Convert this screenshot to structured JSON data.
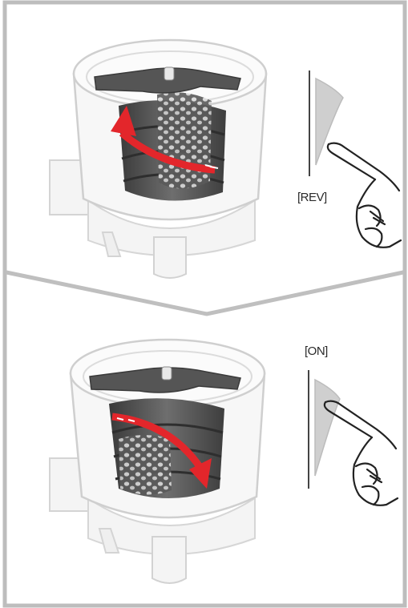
{
  "steps": [
    {
      "button_label": "[REV]",
      "rotation": "reverse",
      "arrow_direction": "counter-clockwise"
    },
    {
      "button_label": "[ON]",
      "rotation": "forward",
      "arrow_direction": "clockwise"
    }
  ],
  "colors": {
    "border": "#bdbdbd",
    "appliance_outline": "#cfcfcf",
    "appliance_fill": "#f6f6f6",
    "auger_dark": "#4a4a4a",
    "auger_mid": "#6b6b6b",
    "arrow_red": "#e3262b",
    "hand_stroke": "#222222"
  }
}
